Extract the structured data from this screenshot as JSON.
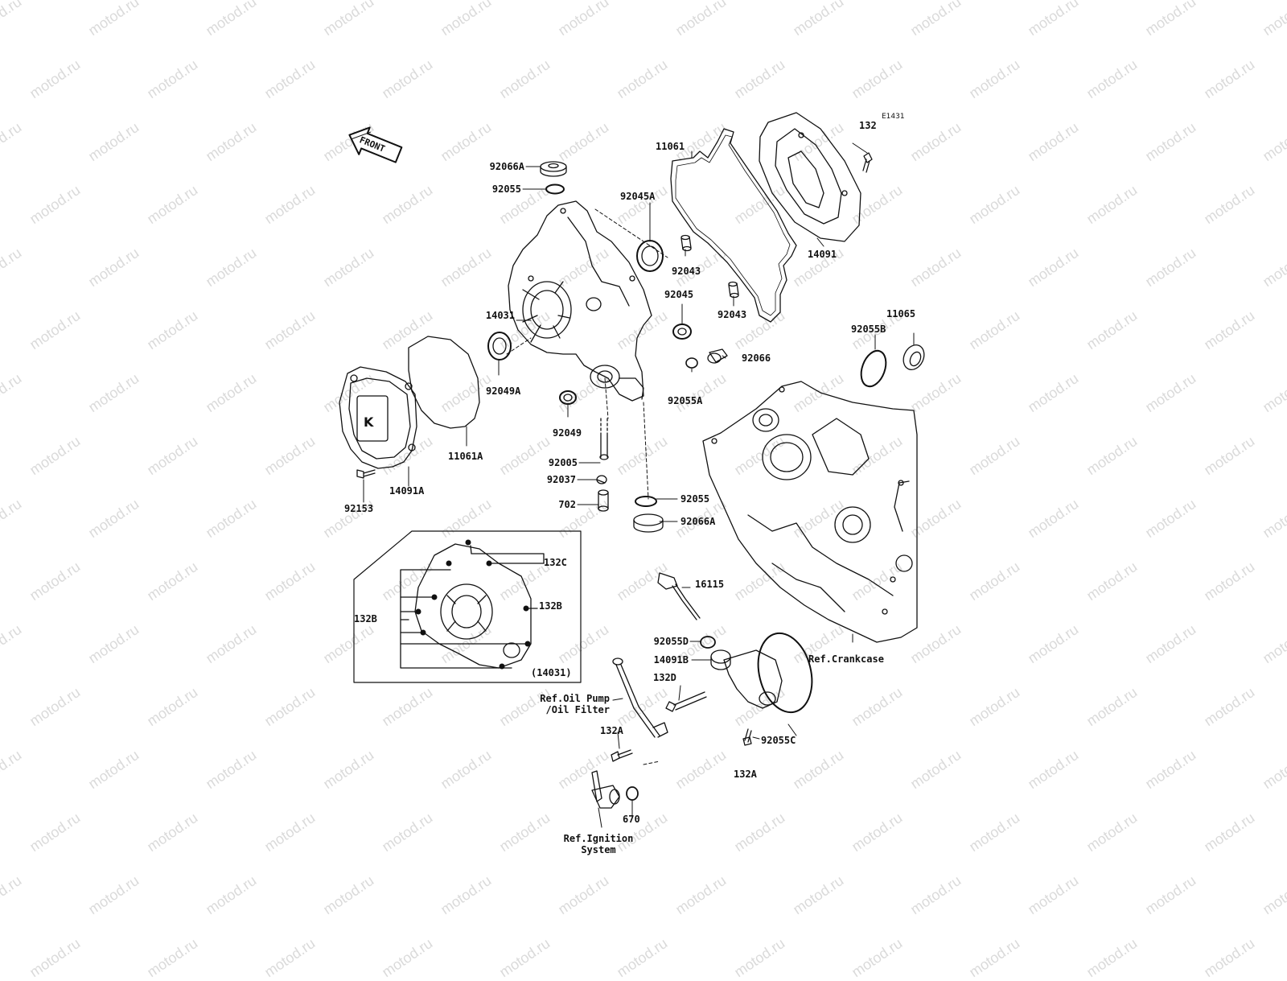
{
  "diagram": {
    "code": "E1431",
    "front_label": "FRONT",
    "watermark": "motod.ru",
    "inset_label": "(14031)",
    "parts": [
      {
        "id": "p-92066a-top",
        "text": "92066A"
      },
      {
        "id": "p-92055-top",
        "text": "92055"
      },
      {
        "id": "p-11061",
        "text": "11061"
      },
      {
        "id": "p-132-top",
        "text": "132"
      },
      {
        "id": "p-92045a",
        "text": "92045A"
      },
      {
        "id": "p-92043-a",
        "text": "92043"
      },
      {
        "id": "p-92043-b",
        "text": "92043"
      },
      {
        "id": "p-14091",
        "text": "14091"
      },
      {
        "id": "p-92045",
        "text": "92045"
      },
      {
        "id": "p-14031",
        "text": "14031"
      },
      {
        "id": "p-92066",
        "text": "92066"
      },
      {
        "id": "p-92055a",
        "text": "92055A"
      },
      {
        "id": "p-92055b",
        "text": "92055B"
      },
      {
        "id": "p-11065",
        "text": "11065"
      },
      {
        "id": "p-92049a",
        "text": "92049A"
      },
      {
        "id": "p-92049",
        "text": "92049"
      },
      {
        "id": "p-11061a",
        "text": "11061A"
      },
      {
        "id": "p-92005",
        "text": "92005"
      },
      {
        "id": "p-92037",
        "text": "92037"
      },
      {
        "id": "p-702",
        "text": "702"
      },
      {
        "id": "p-14091a",
        "text": "14091A"
      },
      {
        "id": "p-92153",
        "text": "92153"
      },
      {
        "id": "p-92055-mid",
        "text": "92055"
      },
      {
        "id": "p-92066a-mid",
        "text": "92066A"
      },
      {
        "id": "p-132c",
        "text": "132C"
      },
      {
        "id": "p-132b-r",
        "text": "132B"
      },
      {
        "id": "p-132b-l",
        "text": "132B"
      },
      {
        "id": "p-16115",
        "text": "16115"
      },
      {
        "id": "p-92055d",
        "text": "92055D"
      },
      {
        "id": "p-14091b",
        "text": "14091B"
      },
      {
        "id": "p-132d",
        "text": "132D"
      },
      {
        "id": "p-132a-l",
        "text": "132A"
      },
      {
        "id": "p-132a-r",
        "text": "132A"
      },
      {
        "id": "p-92055c",
        "text": "92055C"
      },
      {
        "id": "p-670",
        "text": "670"
      }
    ],
    "refs": {
      "crankcase": "Ref.Crankcase",
      "oil_pump_line1": "Ref.Oil Pump",
      "oil_pump_line2": "/Oil Filter",
      "ignition_line1": "Ref.Ignition",
      "ignition_line2": "System"
    }
  }
}
